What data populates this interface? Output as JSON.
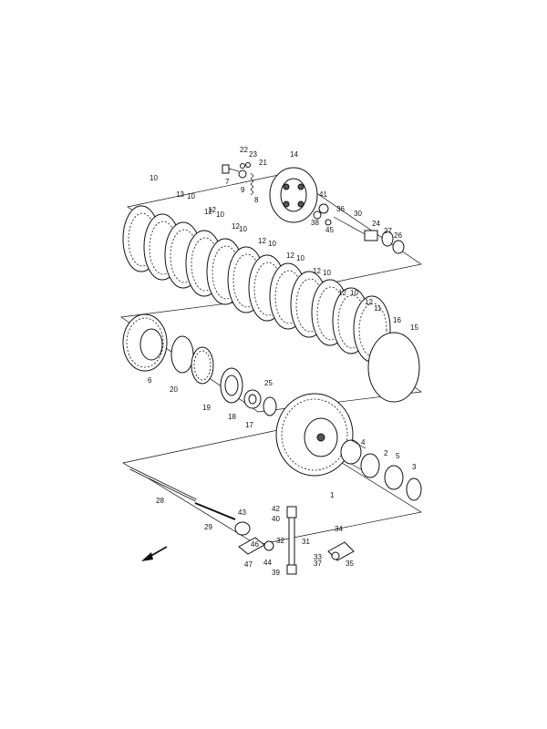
{
  "labels": [
    "1",
    "2",
    "3",
    "4",
    "5",
    "6",
    "7",
    "8",
    "9",
    "10",
    "11",
    "12",
    "13",
    "14",
    "15",
    "16",
    "17",
    "18",
    "19",
    "20",
    "21",
    "22",
    "23",
    "24",
    "25",
    "26",
    "27",
    "28",
    "29",
    "30",
    "31",
    "32",
    "33",
    "34",
    "35",
    "36",
    "37",
    "38",
    "39",
    "40",
    "41",
    "42",
    "43",
    "44",
    "45",
    "46",
    "47"
  ],
  "direction_icon": "arrow-down-left-icon"
}
